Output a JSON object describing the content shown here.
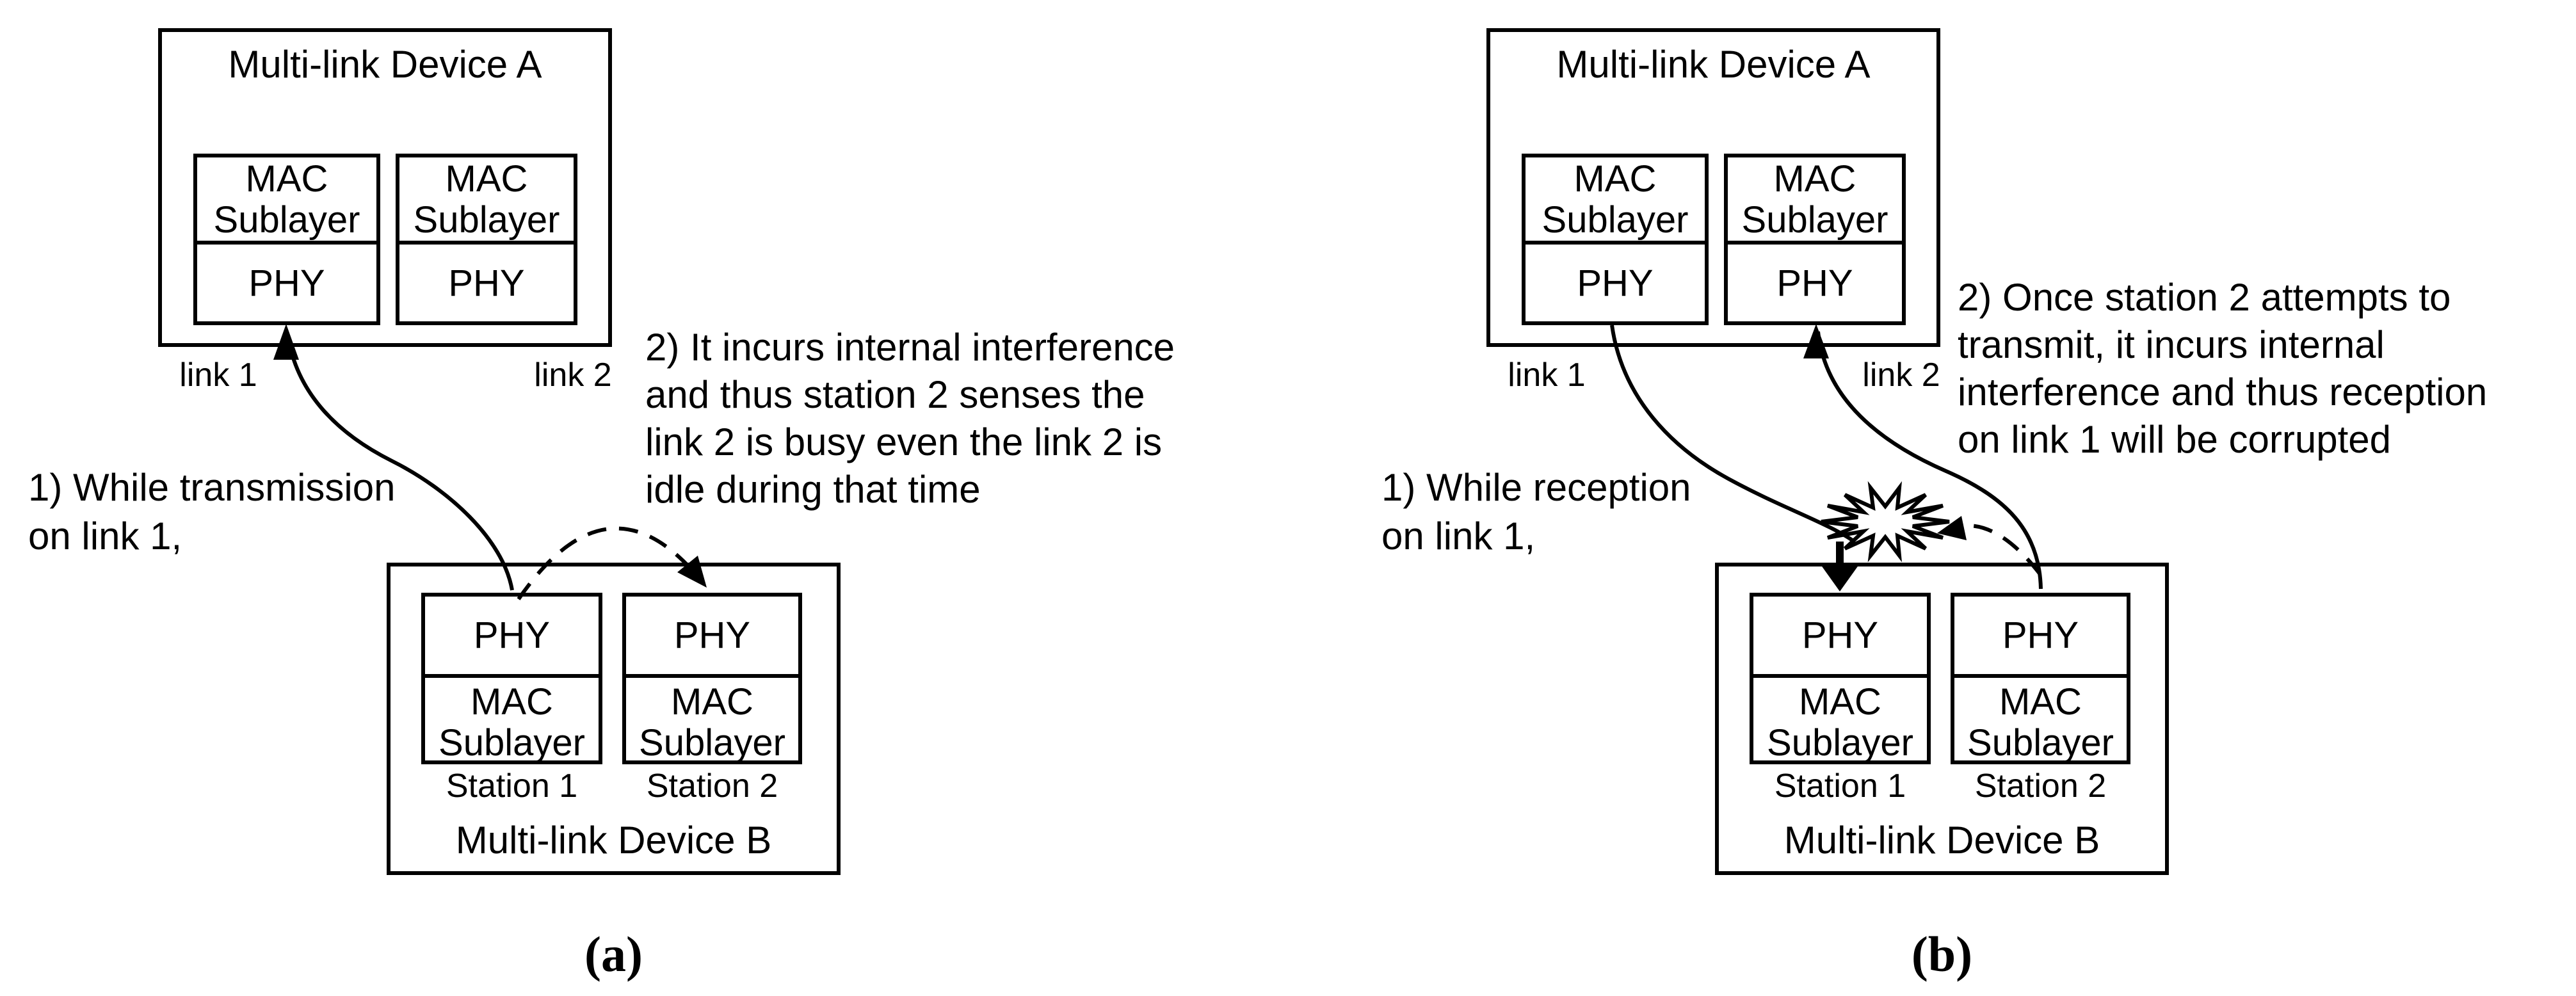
{
  "labels": {
    "mac": "MAC",
    "sublayer": "Sublayer",
    "phy": "PHY"
  },
  "panel_a": {
    "caption": "(a)",
    "device_a_title": "Multi-link Device A",
    "device_b_title": "Multi-link Device B",
    "link1": "link 1",
    "link2": "link 2",
    "station1": "Station 1",
    "station2": "Station 2",
    "note1_lines": [
      "1) While transmission",
      "on link 1,"
    ],
    "note2_lines": [
      "2) It incurs internal interference",
      "and thus station 2 senses the",
      "link 2 is busy even the link 2 is",
      "idle during that time"
    ]
  },
  "panel_b": {
    "caption": "(b)",
    "device_a_title": "Multi-link Device A",
    "device_b_title": "Multi-link Device B",
    "link1": "link 1",
    "link2": "link 2",
    "station1": "Station 1",
    "station2": "Station 2",
    "note1_lines": [
      "1) While reception",
      "on link 1,"
    ],
    "note2_lines": [
      "2) Once station 2 attempts to",
      "transmit, it incurs internal",
      "interference and thus reception",
      "on link 1 will be corrupted"
    ]
  },
  "colors": {
    "ink": "#000000",
    "background": "#ffffff"
  }
}
